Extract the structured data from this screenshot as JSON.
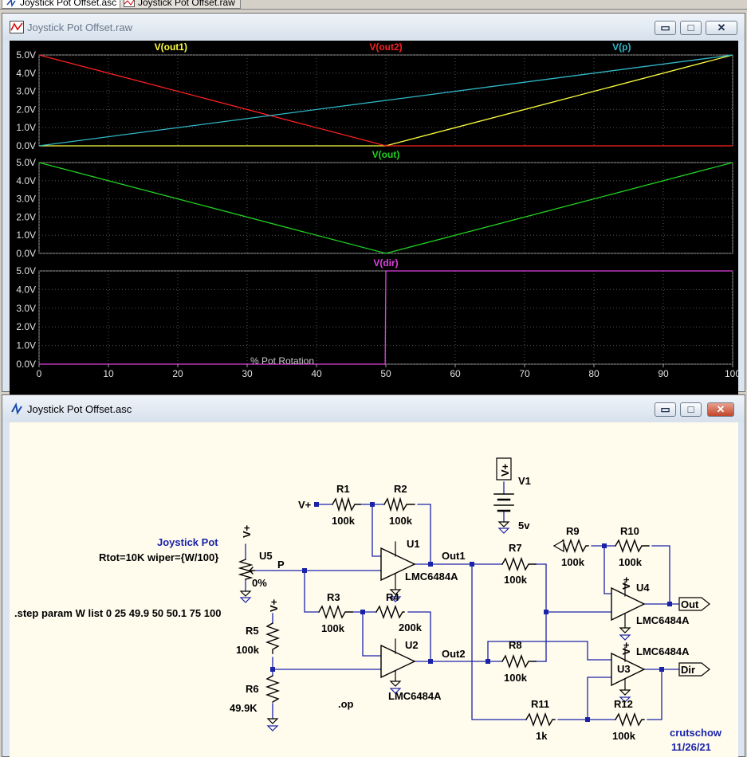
{
  "tabs": [
    {
      "label": "Joystick Pot Offset.asc",
      "active": true
    },
    {
      "label": "Joystick Pot Offset.raw",
      "active": false
    }
  ],
  "waveform_window": {
    "title": "Joystick Pot Offset.raw",
    "xaxis_label": "% Pot Rotation",
    "chart_data": {
      "type": "line",
      "x_ticks": [
        0,
        10,
        20,
        30,
        40,
        50,
        60,
        70,
        80,
        90,
        100
      ],
      "xlim": [
        0,
        100
      ],
      "y_tick_labels": [
        "5.0V",
        "4.0V",
        "3.0V",
        "2.0V",
        "1.0V",
        "0.0V"
      ],
      "panes": [
        {
          "ylim": [
            0,
            5
          ],
          "series": [
            {
              "name": "V(out1)",
              "color": "#ffff40",
              "x": [
                0,
                50,
                100
              ],
              "y": [
                0,
                0,
                5
              ]
            },
            {
              "name": "V(out2)",
              "color": "#ff2020",
              "x": [
                0,
                50,
                100
              ],
              "y": [
                5,
                0,
                0
              ]
            },
            {
              "name": "V(p)",
              "color": "#30b8c8",
              "x": [
                0,
                100
              ],
              "y": [
                0,
                5
              ]
            }
          ]
        },
        {
          "ylim": [
            0,
            5
          ],
          "series": [
            {
              "name": "V(out)",
              "color": "#20d020",
              "x": [
                0,
                50,
                100
              ],
              "y": [
                5,
                0,
                5
              ]
            }
          ]
        },
        {
          "ylim": [
            0,
            5
          ],
          "series": [
            {
              "name": "V(dir)",
              "color": "#e040e0",
              "x": [
                0,
                49.9,
                50,
                100
              ],
              "y": [
                0,
                0,
                5,
                5
              ]
            }
          ]
        }
      ]
    }
  },
  "schematic_window": {
    "title": "Joystick Pot Offset.asc",
    "labels": {
      "joystick_pot": "Joystick Pot",
      "rtot": "Rtot=10K wiper={W/100}",
      "step": ".step param W list 0 25 49.9 50 50.1 75 100",
      "op": ".op",
      "author": "crutschow",
      "date": "11/26/21",
      "pct": "0%",
      "vplus": "V+",
      "net_p": "P",
      "out1": "Out1",
      "out2": "Out2",
      "v1_val": "5v"
    },
    "parts": [
      {
        "ref": "R1",
        "value": "100k"
      },
      {
        "ref": "R2",
        "value": "100k"
      },
      {
        "ref": "R3",
        "value": "100k"
      },
      {
        "ref": "R4",
        "value": "200k"
      },
      {
        "ref": "R5",
        "value": "100k"
      },
      {
        "ref": "R6",
        "value": "49.9K"
      },
      {
        "ref": "R7",
        "value": "100k"
      },
      {
        "ref": "R8",
        "value": "100k"
      },
      {
        "ref": "R9",
        "value": "100k"
      },
      {
        "ref": "R10",
        "value": "100k"
      },
      {
        "ref": "R11",
        "value": "1k"
      },
      {
        "ref": "R12",
        "value": "100k"
      },
      {
        "ref": "U1",
        "value": "LMC6484A"
      },
      {
        "ref": "U2",
        "value": "LMC6484A"
      },
      {
        "ref": "U3",
        "value": "LMC6484A"
      },
      {
        "ref": "U4",
        "value": "LMC6484A"
      },
      {
        "ref": "U5",
        "value": ""
      },
      {
        "ref": "V1",
        "value": "5v"
      }
    ],
    "ports": {
      "out": "Out",
      "dir": "Dir"
    }
  },
  "window_buttons": {
    "minimize": "▭",
    "restore": "□",
    "close": "✕"
  }
}
